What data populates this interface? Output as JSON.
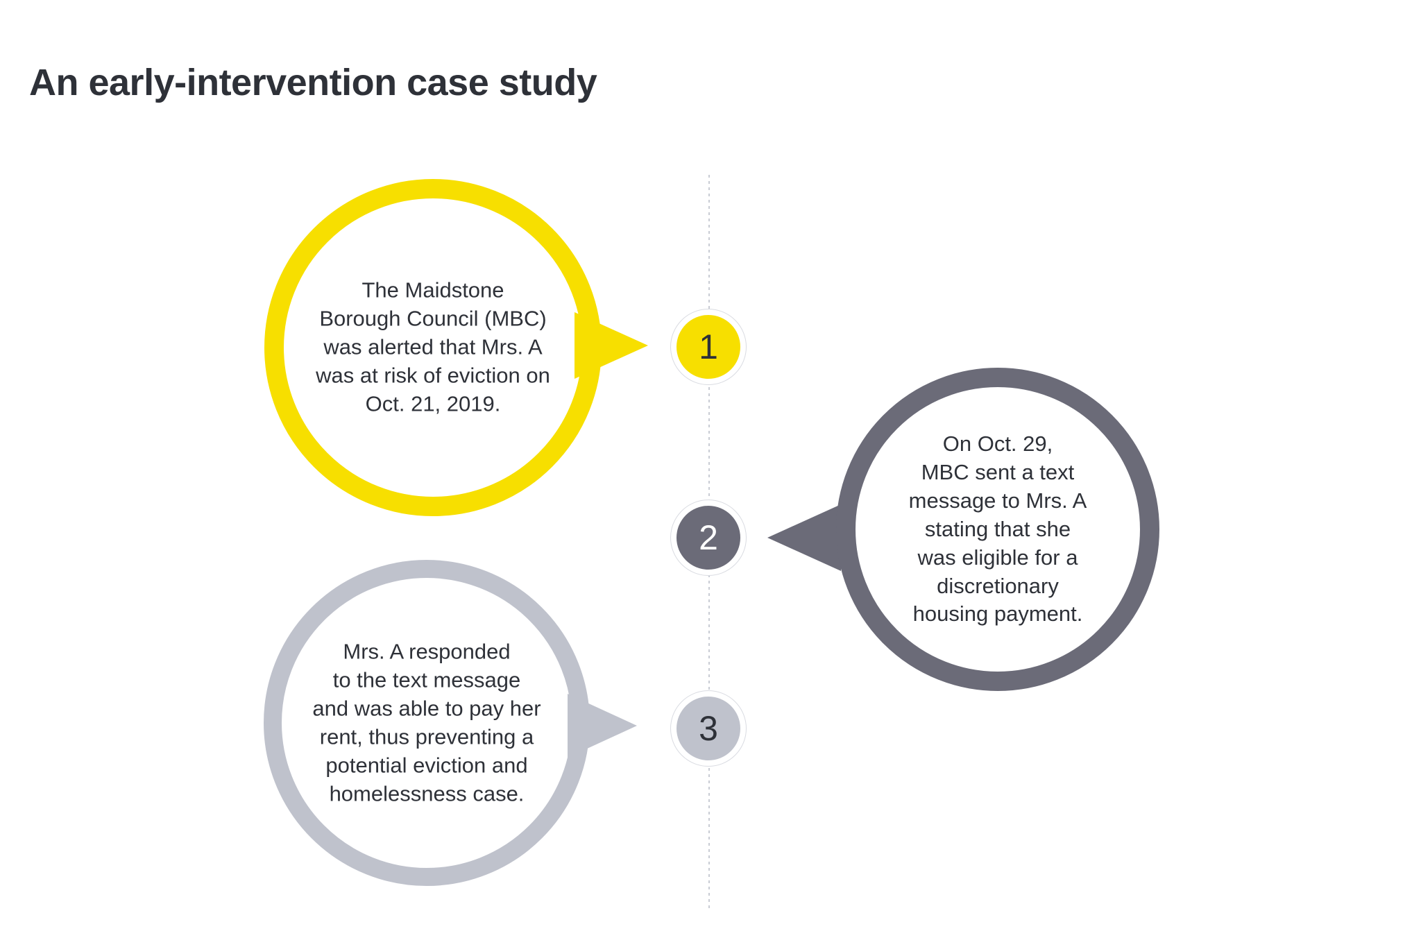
{
  "page": {
    "title": "An early-intervention case study",
    "background_color": "#ffffff",
    "text_color": "#2e3138"
  },
  "timeline": {
    "orientation": "vertical",
    "line_style": "dotted",
    "line_color": "#c9ccd4",
    "steps": [
      {
        "number": "1",
        "marker_fill": "#f7df00",
        "marker_number_color": "#2e3138",
        "bubble_color": "#f7df00",
        "bubble_side": "left",
        "text": "The Maidstone\nBorough Council (MBC)\nwas alerted that Mrs. A\nwas at risk of eviction on\nOct. 21, 2019."
      },
      {
        "number": "2",
        "marker_fill": "#6b6b78",
        "marker_number_color": "#ffffff",
        "bubble_color": "#6b6b78",
        "bubble_side": "right",
        "text": "On Oct. 29,\nMBC sent a text\nmessage to Mrs. A\nstating that she\nwas eligible for a\ndiscretionary\nhousing payment."
      },
      {
        "number": "3",
        "marker_fill": "#bfc2cc",
        "marker_number_color": "#2e3138",
        "bubble_color": "#bfc2cc",
        "bubble_side": "left",
        "text": "Mrs. A responded\nto the text message\nand was able to pay her\nrent, thus preventing a\npotential eviction and\nhomelessness case."
      }
    ]
  }
}
